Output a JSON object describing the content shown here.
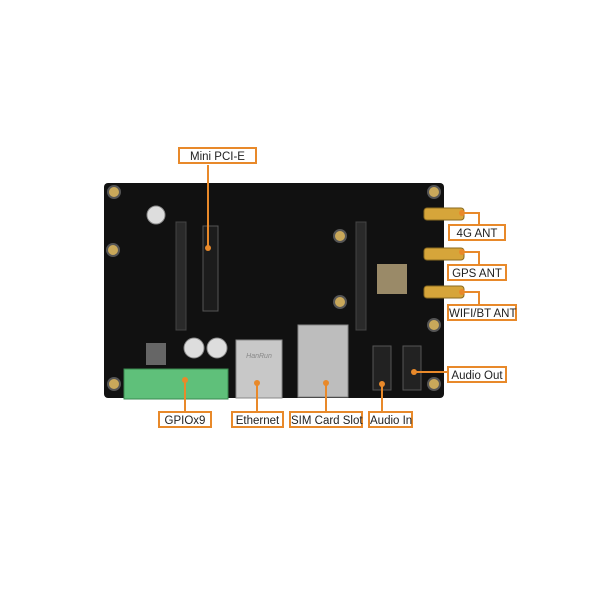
{
  "title": "Board interface diagram",
  "accent_color": "#e8892a",
  "labels": {
    "mini_pcie": "Mini PCI-E",
    "ant_4g": "4G ANT",
    "ant_gps": "GPS ANT",
    "ant_wifi_bt": "WIFI/BT ANT",
    "audio_out": "Audio Out",
    "gpio": "GPIOx9",
    "ethernet": "Ethernet",
    "sim_slot": "SIM Card Slot",
    "audio_in": "Audio In"
  },
  "board_marking": "HanRun"
}
